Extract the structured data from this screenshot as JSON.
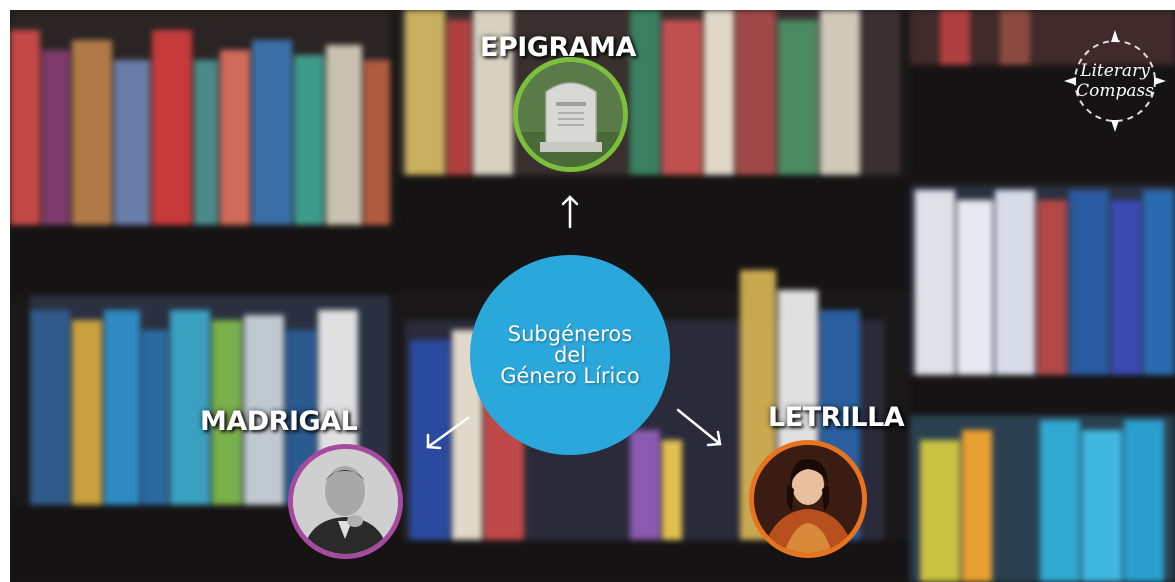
{
  "diagram": {
    "center": {
      "label": "Subgéneros\ndel\nGénero Lírico",
      "color": "#2aa8dc"
    },
    "nodes": [
      {
        "id": "epigrama",
        "label": "EPIGRAMA",
        "ring_color": "#7bbf3a",
        "image": "gravestone"
      },
      {
        "id": "madrigal",
        "label": "MADRIGAL",
        "ring_color": "#a64aa0",
        "image": "man-portrait"
      },
      {
        "id": "letrilla",
        "label": "LETRILLA",
        "ring_color": "#e8731f",
        "image": "woman-portrait"
      }
    ]
  },
  "logo": {
    "line1": "Literary",
    "line2": "Compass"
  },
  "colors": {
    "background": "#1a1818"
  }
}
